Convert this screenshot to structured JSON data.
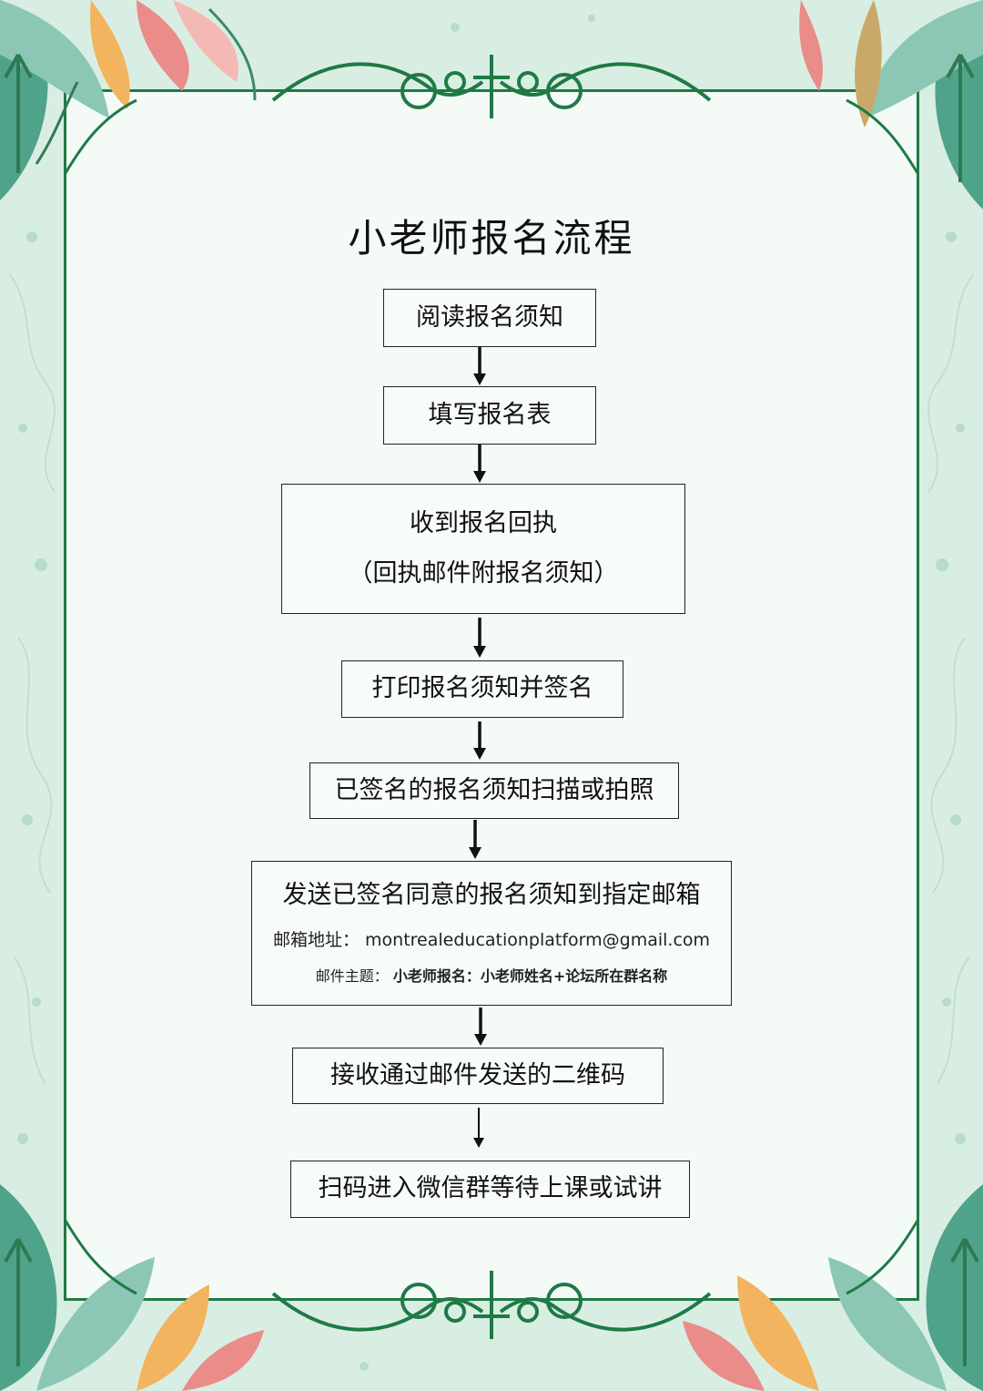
{
  "title": "小老师报名流程",
  "steps": [
    {
      "text": "阅读报名须知"
    },
    {
      "text": "填写报名表"
    },
    {
      "text": "收到报名回执",
      "sub": "（回执邮件附报名须知）"
    },
    {
      "text": "打印报名须知并签名"
    },
    {
      "text": "已签名的报名须知扫描或拍照"
    },
    {
      "text": "发送已签名同意的报名须知到指定邮箱",
      "email_label": "邮箱地址：",
      "email": "montrealeducationplatform@gmail.com",
      "subject_label": "邮件主题：",
      "subject": "小老师报名：小老师姓名+论坛所在群名称"
    },
    {
      "text": "接收通过邮件发送的二维码"
    },
    {
      "text": "扫码进入微信群等待上课或试讲"
    }
  ],
  "colors": {
    "frame": "#1f7a45",
    "background": "#d9eee3",
    "panel": "#f4fbf6"
  },
  "decorations": [
    "floral-corner-top-left",
    "floral-corner-top-right",
    "floral-corner-bottom-left",
    "floral-corner-bottom-right",
    "scroll-ornament-top",
    "scroll-ornament-bottom"
  ]
}
